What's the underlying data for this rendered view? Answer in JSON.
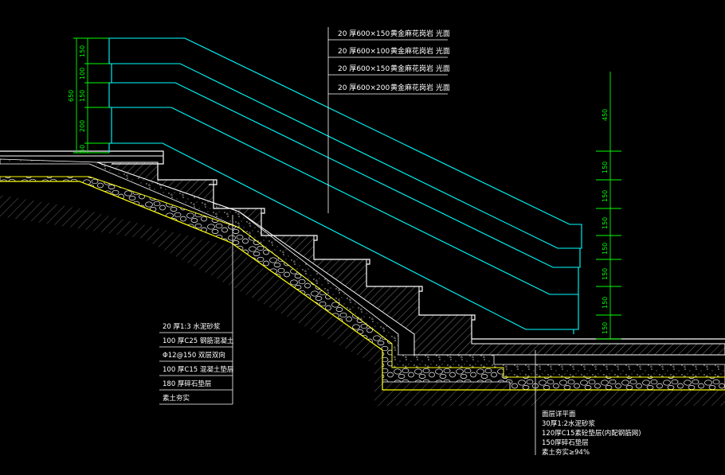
{
  "colors": {
    "background": "#000000",
    "outline": "#ffffff",
    "finish_lines": "#00ffff",
    "cushion": "#ffff00",
    "dimension": "#00ff00",
    "notes": "#ffffff"
  },
  "top_callout": {
    "items": [
      {
        "spec": "20 厚600×150",
        "material": "黄金麻花岗岩 光面"
      },
      {
        "spec": "20 厚600×100",
        "material": "黄金麻花岗岩 光面"
      },
      {
        "spec": "20 厚600×150",
        "material": "黄金麻花岗岩 光面"
      },
      {
        "spec": "20 厚600×200",
        "material": "黄金麻花岗岩 光面"
      }
    ]
  },
  "left_dims": {
    "total": "650",
    "parts": [
      "150",
      "100",
      "150",
      "200",
      "50"
    ]
  },
  "right_dims": {
    "top": "450",
    "steps": [
      "150",
      "150",
      "150",
      "150",
      "150",
      "150",
      "150"
    ]
  },
  "left_callout": {
    "items": [
      "20 厚1:3 水泥砂浆",
      "100 厚C25 钢筋混凝土",
      "Φ12@150 双层双向",
      "100 厚C15 混凝土垫层",
      "180 厚碎石垫层",
      "素土夯实"
    ]
  },
  "bottom_callout": {
    "items": [
      "面层详平面",
      "30厚1:2水泥砂浆",
      "120厚C15素砼垫层(内配钢筋网)",
      "150厚碎石垫层",
      "素土夯实≥94%"
    ]
  }
}
